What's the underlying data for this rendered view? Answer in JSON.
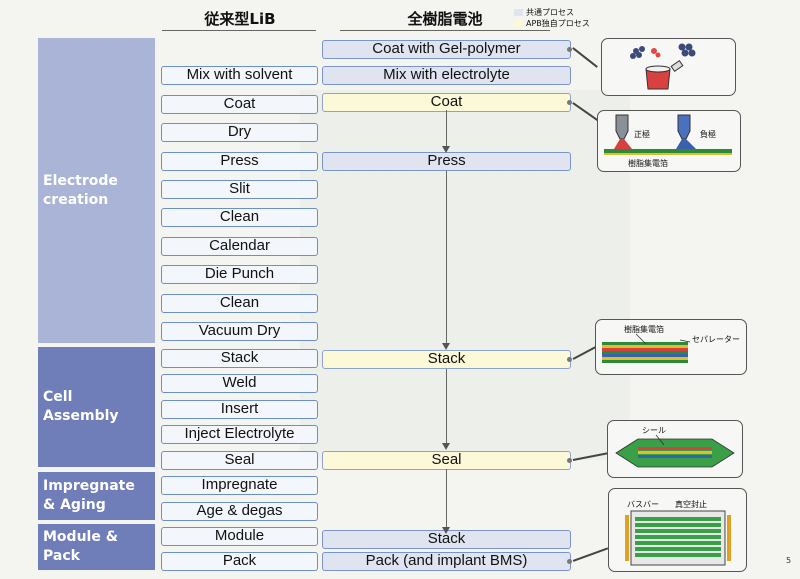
{
  "headers": {
    "conventional": "従来型LiB",
    "all_resin": "全樹脂電池"
  },
  "legend": {
    "common": {
      "label": "共通プロセス",
      "color": "#dfe4f0"
    },
    "unique": {
      "label": "APB独自プロセス",
      "color": "#fbf9d7"
    }
  },
  "categories": [
    {
      "label": "Electrode creation"
    },
    {
      "label": "Cell Assembly"
    },
    {
      "label": "Impregnate & Aging"
    },
    {
      "label": "Module & Pack"
    }
  ],
  "conventional_steps": [
    "Mix with solvent",
    "Coat",
    "Dry",
    "Press",
    "Slit",
    "Clean",
    "Calendar",
    "Die Punch",
    "Clean",
    "Vacuum Dry",
    "Stack",
    "Weld",
    "Insert",
    "Inject Electrolyte",
    "Seal",
    "Impregnate",
    "Age & degas",
    "Module",
    "Pack"
  ],
  "all_resin_steps": [
    {
      "label": "Coat with Gel-polymer",
      "kind": "common"
    },
    {
      "label": "Mix with electrolyte",
      "kind": "common"
    },
    {
      "label": "Coat",
      "kind": "unique"
    },
    {
      "label": "Press",
      "kind": "common"
    },
    {
      "label": "Stack",
      "kind": "unique"
    },
    {
      "label": "Seal",
      "kind": "unique"
    },
    {
      "label": "Stack",
      "kind": "common"
    },
    {
      "label": "Pack (and implant BMS)",
      "kind": "common"
    }
  ],
  "illustrations": {
    "coat": {
      "positive": "正極",
      "negative": "負極",
      "collector": "樹脂集電箔"
    },
    "stack": {
      "collector": "樹脂集電箔",
      "separator": "セパレーター"
    },
    "seal": {
      "seal": "シール"
    },
    "pack": {
      "busbar": "バスバー",
      "vacuum_seal": "真空封止"
    }
  },
  "page_number": "5",
  "colors": {
    "category_light": "#aab4d6",
    "category_dark": "#6f7db8",
    "box_border": "#6d8fc8"
  }
}
